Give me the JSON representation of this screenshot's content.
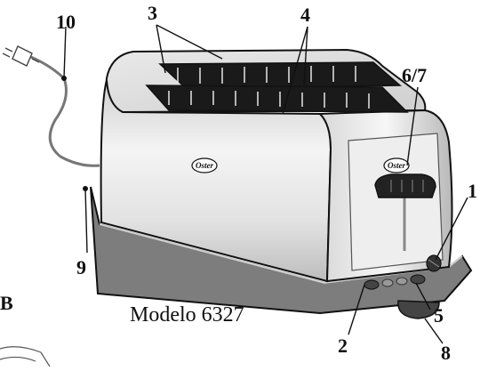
{
  "diagram": {
    "model_label": "Modelo 6327",
    "brand_logo_text": "Oster",
    "panel_letter": "B",
    "callouts": [
      {
        "id": "1",
        "label": "1"
      },
      {
        "id": "2",
        "label": "2"
      },
      {
        "id": "3",
        "label": "3"
      },
      {
        "id": "4",
        "label": "4"
      },
      {
        "id": "5",
        "label": "5"
      },
      {
        "id": "6-7",
        "label": "6/7"
      },
      {
        "id": "8",
        "label": "8"
      },
      {
        "id": "9",
        "label": "9"
      },
      {
        "id": "10",
        "label": "10"
      }
    ]
  }
}
